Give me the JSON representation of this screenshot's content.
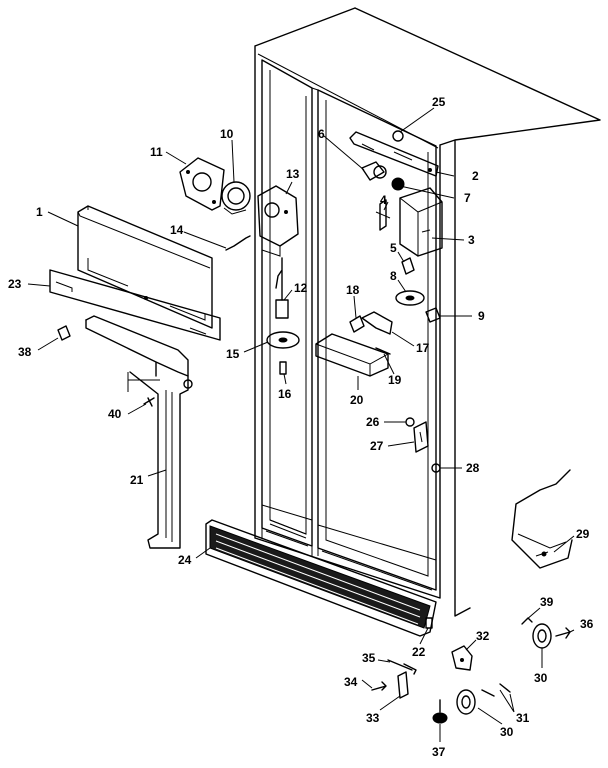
{
  "callouts": [
    {
      "id": "1"
    },
    {
      "id": "2"
    },
    {
      "id": "3"
    },
    {
      "id": "4"
    },
    {
      "id": "5"
    },
    {
      "id": "6"
    },
    {
      "id": "7"
    },
    {
      "id": "8"
    },
    {
      "id": "9"
    },
    {
      "id": "10"
    },
    {
      "id": "11"
    },
    {
      "id": "12"
    },
    {
      "id": "13"
    },
    {
      "id": "14"
    },
    {
      "id": "15"
    },
    {
      "id": "16"
    },
    {
      "id": "17"
    },
    {
      "id": "18"
    },
    {
      "id": "19"
    },
    {
      "id": "20"
    },
    {
      "id": "21"
    },
    {
      "id": "22"
    },
    {
      "id": "23"
    },
    {
      "id": "24"
    },
    {
      "id": "25"
    },
    {
      "id": "26"
    },
    {
      "id": "27"
    },
    {
      "id": "28"
    },
    {
      "id": "29"
    },
    {
      "id": "30"
    },
    {
      "id": "30"
    },
    {
      "id": "31"
    },
    {
      "id": "32"
    },
    {
      "id": "33"
    },
    {
      "id": "34"
    },
    {
      "id": "35"
    },
    {
      "id": "36"
    },
    {
      "id": "37"
    },
    {
      "id": "38"
    },
    {
      "id": "39"
    },
    {
      "id": "40"
    }
  ]
}
